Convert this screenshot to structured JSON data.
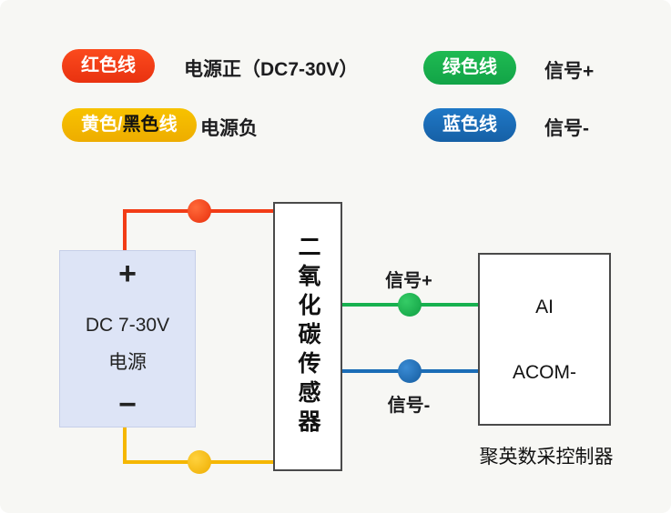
{
  "legend": {
    "red": {
      "badge": "红色线",
      "label": "电源正（DC7-30V）"
    },
    "yellow": {
      "badge_part1": "黄色/",
      "badge_part2": "黑色",
      "badge_part3": "线",
      "label": "电源负"
    },
    "green": {
      "badge": "绿色线",
      "label": "信号+"
    },
    "blue": {
      "badge": "蓝色线",
      "label": "信号-"
    }
  },
  "diagram": {
    "power": {
      "plus": "+",
      "name_line1": "DC 7-30V",
      "name_line2": "电源",
      "minus": "−"
    },
    "sensor": {
      "label": "二氧化碳传感器"
    },
    "wires": {
      "signal_plus": "信号+",
      "signal_minus": "信号-"
    },
    "controller": {
      "terminal1": "AI",
      "terminal2": "ACOM-",
      "caption": "聚英数采控制器"
    }
  },
  "colors": {
    "background": "#f7f7f4",
    "red_wire": "#f23c16",
    "yellow_wire": "#f5b700",
    "green_wire": "#17b14f",
    "blue_wire": "#1b6db6",
    "power_box_fill": "#dde4f6"
  }
}
